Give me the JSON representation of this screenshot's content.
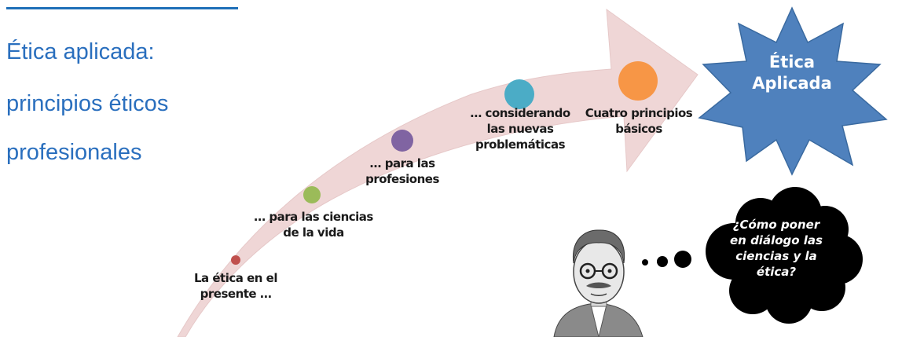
{
  "title": {
    "line1": "Ética aplicada:",
    "line2": "principios éticos",
    "line3": "profesionales"
  },
  "steps": [
    {
      "label": "La ética en el\npresente …",
      "color": "#c0504d"
    },
    {
      "label": "… para las ciencias\nde la vida",
      "color": "#9bbb59"
    },
    {
      "label": "… para las\nprofesiones",
      "color": "#8064a2"
    },
    {
      "label": "… considerando\nlas nuevas\nproblemáticas",
      "color": "#4bacc6"
    },
    {
      "label": "Cuatro principios\nbásicos",
      "color": "#f79646"
    }
  ],
  "goal": {
    "label": "Ética\nAplicada",
    "color": "#4f81bd"
  },
  "thought": {
    "text": "¿Cómo poner\nen diálogo las\nciencias y la\nética?"
  },
  "colors": {
    "title": "#2a6fbe",
    "arrow": "#efd6d6"
  },
  "icons": {
    "portrait": "man-with-glasses-portrait"
  }
}
